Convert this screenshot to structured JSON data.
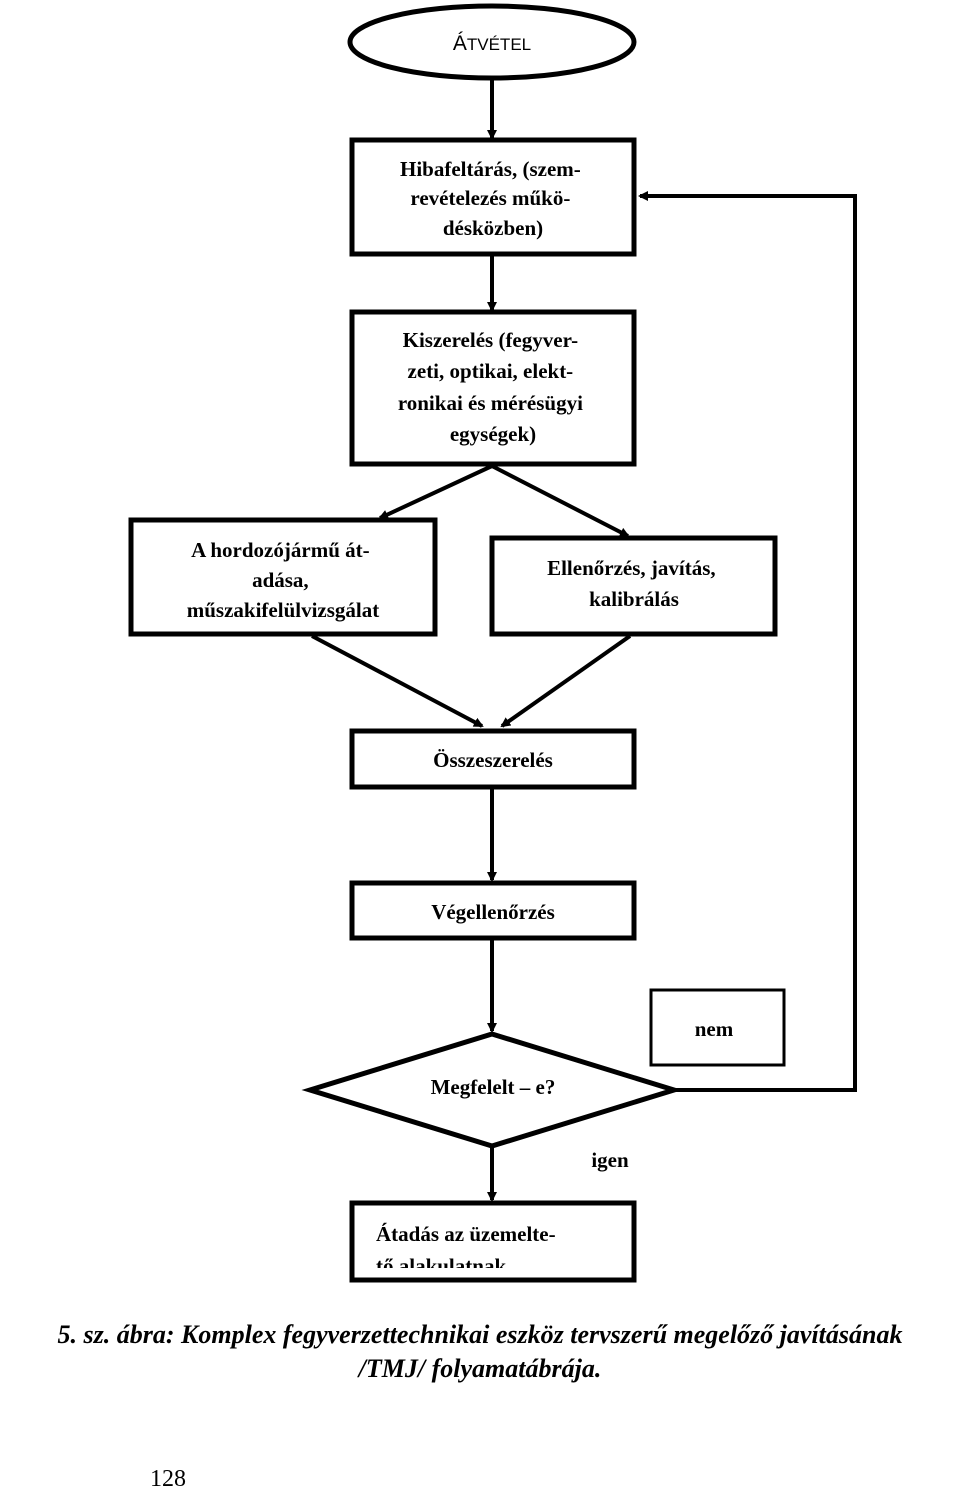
{
  "diagram": {
    "start": {
      "label_first": "Á",
      "label_rest": "TVÉTEL"
    },
    "nodes": {
      "hibafeltaras": [
        "Hibafeltárás, (szem-",
        "revételezés műkö-",
        "désközben)"
      ],
      "kiszereles": [
        "Kiszerelés (fegyver-",
        "zeti, optikai, elekt-",
        "ronikai és mérésügyi",
        "egységek)"
      ],
      "hordozo": [
        "A hordozójármű át-",
        "adása,",
        "műszakifelülvizsgálat"
      ],
      "ellenorzes": [
        "Ellenőrzés, javítás,",
        "kalibrálás"
      ],
      "osszeszereles": "Összeszerelés",
      "vegellenorzes": "Végellenőrzés",
      "decision": "Megfelelt – e?",
      "nem": "nem",
      "igen": "igen",
      "atadas": [
        "Átadás az üzemelte-",
        "tő alakulatnak"
      ]
    }
  },
  "caption": {
    "line1": "5. sz. ábra: Komplex fegyverzettechnikai eszköz tervszerű megelőző javításának",
    "line2": "/TMJ/ folyamatábrája."
  },
  "page_number": "128"
}
